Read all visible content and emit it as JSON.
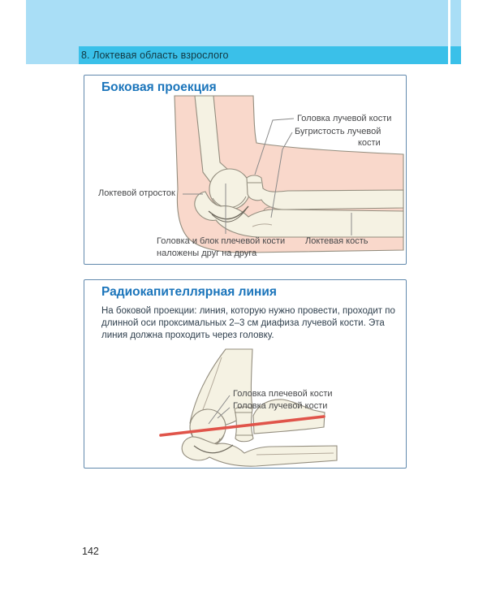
{
  "header": {
    "title": "8. Локтевая область взрослого"
  },
  "section1": {
    "title": "Боковая проекция",
    "labels": {
      "radial_head": "Головка лучевой кости",
      "radial_tuberosity_line1": "Бугристость лучевой",
      "radial_tuberosity_line2": "кости",
      "olecranon": "Локтевой отросток",
      "superimposed_line1": "Головка и блок плечевой кости",
      "superimposed_line2": "наложены друг на друга",
      "ulna": "Локтевая кость"
    }
  },
  "section2": {
    "title": "Радиокапителлярная линия",
    "body": "На боковой проекции: линия, которую нужно провести, проходит по длинной оси проксимальных 2–3 см диафиза лучевой кости. Эта линия должна проходить через головку.",
    "labels": {
      "capitellum": "Головка плечевой кости",
      "radial_head": "Головка лучевой кости"
    }
  },
  "footer": {
    "page_number": "142"
  },
  "colors": {
    "band_light": "#a9def6",
    "band_dark": "#3ac0e9",
    "box_border": "#6189ad",
    "title_blue": "#1b75bb",
    "skin": "#f9d8cb",
    "bone": "#f5f2e3",
    "outline": "#938d7e",
    "leader_line": "#8b8b8b",
    "red_line": "#e0544a"
  }
}
